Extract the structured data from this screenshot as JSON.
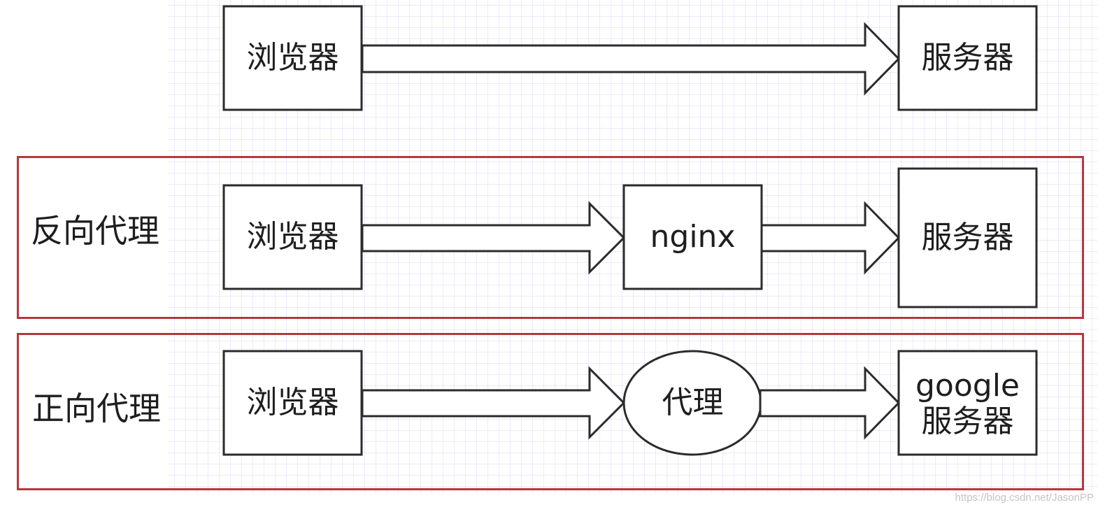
{
  "rows": [
    {
      "label": "",
      "nodes": [
        "浏览器",
        "服务器"
      ]
    },
    {
      "label": "反向代理",
      "nodes": [
        "浏览器",
        "nginx",
        "服务器"
      ]
    },
    {
      "label": "正向代理",
      "nodes": [
        "浏览器",
        "代理",
        "google",
        "服务器"
      ]
    }
  ],
  "watermark": "https://blog.csdn.net/JasonPP",
  "colors": {
    "section_border": "#b8373d",
    "node_stroke": "#2b2b2b",
    "grid_line": "#e4e4f8"
  }
}
